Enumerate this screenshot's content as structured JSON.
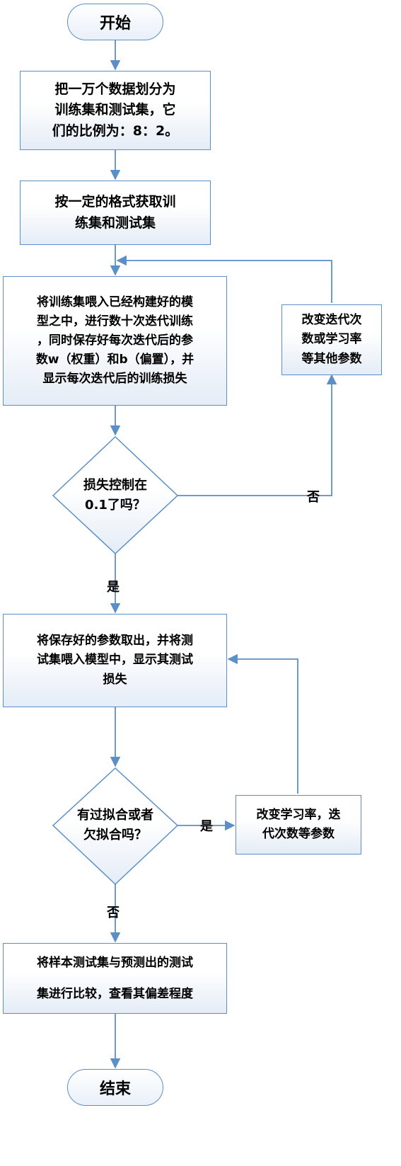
{
  "diagram": {
    "nodes": {
      "start": {
        "label": "开始"
      },
      "split_data": {
        "lines": [
          "把一万个数据划分为",
          "训练集和测试集，它",
          "们的比例为：8：2。"
        ]
      },
      "get_sets": {
        "lines": [
          "按一定的格式获取训",
          "练集和测试集"
        ]
      },
      "train": {
        "lines": [
          "将训练集喂入已经构建好的模",
          "型之中，进行数十次迭代训练",
          "，同时保存好每次迭代后的参",
          "数w（权重）和b（偏置），并",
          "显示每次迭代后的训练损失"
        ]
      },
      "change_params_1": {
        "lines": [
          "改变迭代次",
          "数或学习率",
          "等其他参数"
        ]
      },
      "loss_check": {
        "lines": [
          "损失控制在",
          "0.1了吗？"
        ]
      },
      "test": {
        "lines": [
          "将保存好的参数取出，并将测",
          "试集喂入模型中，显示其测试",
          "损失"
        ]
      },
      "fit_check": {
        "lines": [
          "有过拟合或者",
          "欠拟合吗？"
        ]
      },
      "change_params_2": {
        "lines": [
          "改变学习率，迭",
          "代次数等参数"
        ]
      },
      "compare": {
        "lines": [
          "将样本测试集与预测出的测试",
          "集进行比较，查看其偏差程度"
        ]
      },
      "end": {
        "label": "结束"
      }
    },
    "edge_labels": {
      "loss_no": "否",
      "loss_yes": "是",
      "fit_yes": "是",
      "fit_no": "否"
    },
    "colors": {
      "stroke": "#5b8fc7",
      "fill_top": "#ffffff",
      "fill_bottom": "#e4ecf6",
      "text": "#000000"
    }
  }
}
